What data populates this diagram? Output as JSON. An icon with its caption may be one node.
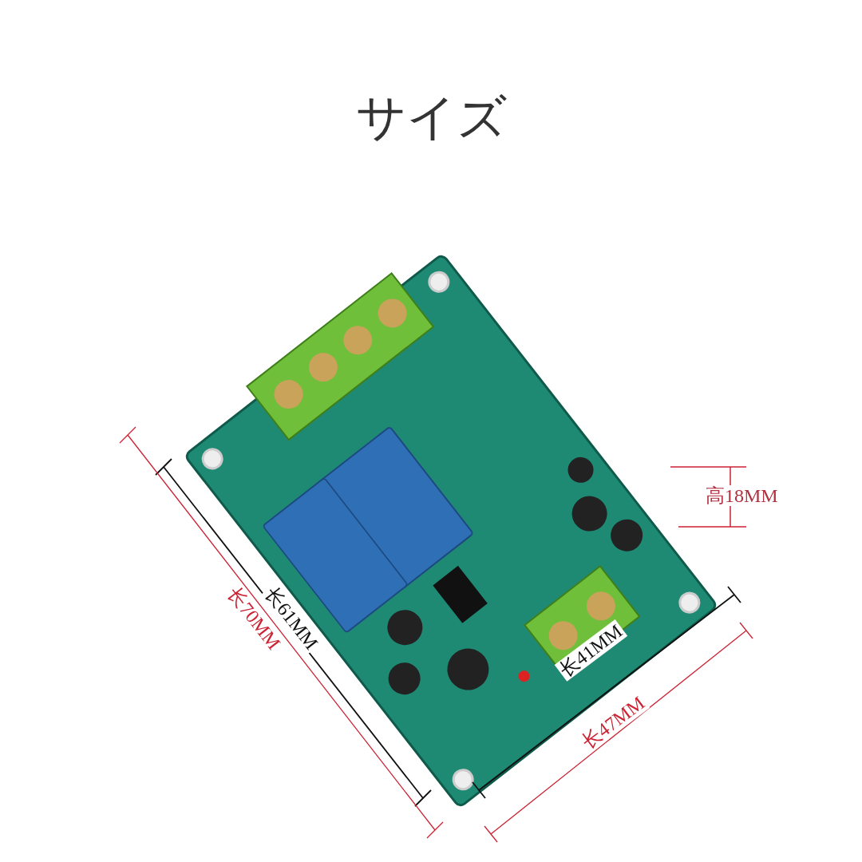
{
  "diagram": {
    "title": "サイズ",
    "labels": [
      "高18MM",
      "长61MM",
      "长70MM",
      "长41MM",
      "长47MM"
    ]
  }
}
